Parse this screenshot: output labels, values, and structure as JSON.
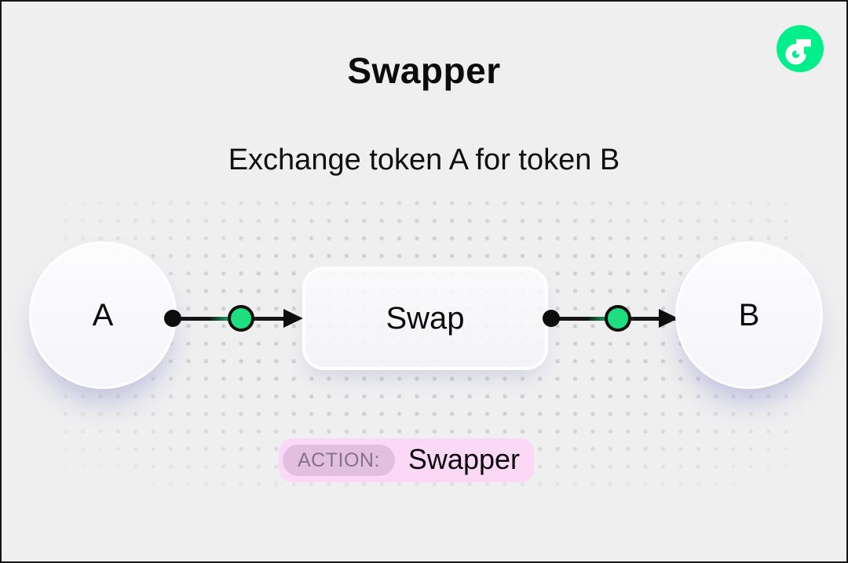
{
  "page": {
    "title": "Swapper",
    "subtitle": "Exchange token A for token B"
  },
  "logo": {
    "name": "Flow",
    "background_color": "#00EF8B",
    "glyph_color": "#FFFFFF"
  },
  "diagram": {
    "nodes": [
      {
        "id": "token-a",
        "type": "token",
        "label": "A"
      },
      {
        "id": "swap",
        "type": "process",
        "label": "Swap"
      },
      {
        "id": "token-b",
        "type": "token",
        "label": "B"
      }
    ],
    "connectors": [
      {
        "from": "token-a",
        "to": "swap",
        "direction": "right",
        "accent_color": "#1EE081"
      },
      {
        "from": "swap",
        "to": "token-b",
        "direction": "right",
        "accent_color": "#1EE081"
      }
    ]
  },
  "action_badge": {
    "label": "ACTION:",
    "value": "Swapper",
    "background_color": "#FAD8F6",
    "label_background_color": "#E2BFDE",
    "label_text_color": "#847387"
  },
  "colors": {
    "background": "#EFEFF0",
    "frame_border": "#161617",
    "accent_green": "#00EF8B",
    "connector_black": "#0D0D0D",
    "text": "#0B0B0C",
    "dot_pattern": "#CFCFD4",
    "node_shadow": "#7A7CC4"
  }
}
